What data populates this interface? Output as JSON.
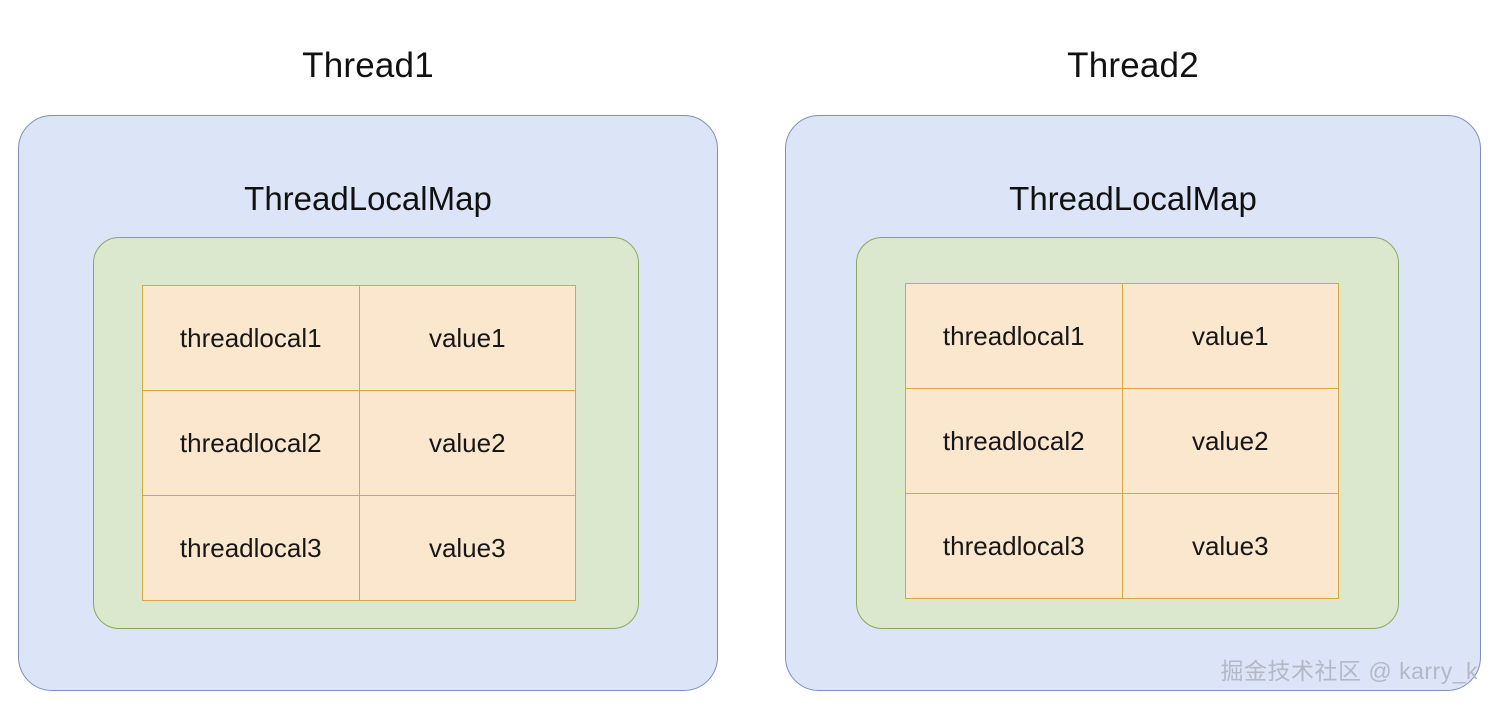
{
  "diagram": {
    "title_font_color": "#111111",
    "panel_fill": "#dce5f7",
    "panel_border": "#7f8fbb",
    "map_fill": "#dbe8ce",
    "map_border": "#87a863",
    "cell_fill": "#fbe7ce",
    "cell_border": "#d9a644",
    "threads": [
      {
        "title": "Thread1",
        "map_label": "ThreadLocalMap",
        "entries": [
          {
            "key": "threadlocal1",
            "value": "value1"
          },
          {
            "key": "threadlocal2",
            "value": "value2"
          },
          {
            "key": "threadlocal3",
            "value": "value3"
          }
        ]
      },
      {
        "title": "Thread2",
        "map_label": "ThreadLocalMap",
        "entries": [
          {
            "key": "threadlocal1",
            "value": "value1"
          },
          {
            "key": "threadlocal2",
            "value": "value2"
          },
          {
            "key": "threadlocal3",
            "value": "value3"
          }
        ]
      }
    ],
    "watermark": "掘金技术社区 @ karry_k"
  }
}
